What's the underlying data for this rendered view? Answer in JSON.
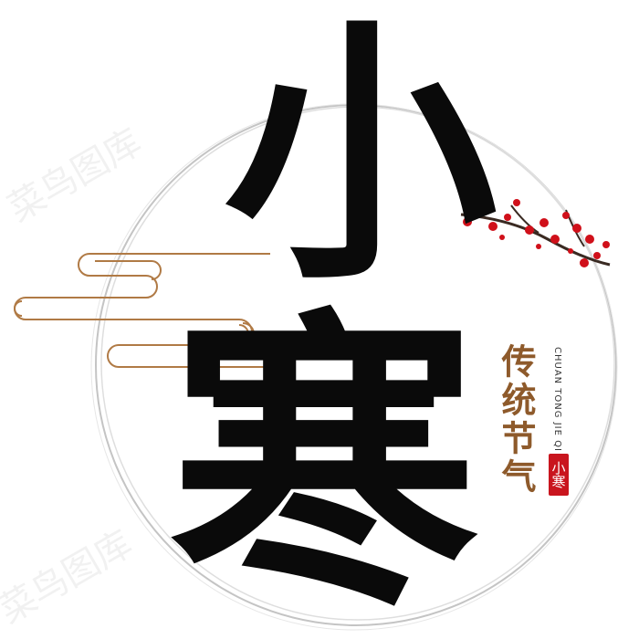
{
  "poster": {
    "main_chars": [
      "小",
      "寒"
    ],
    "subtitle_cn": "传统节气",
    "subtitle_en": "CHUAN TONG JIE QI",
    "seal_text": "小寒",
    "watermark": "菜鸟图库"
  },
  "colors": {
    "ink": "#0a0a0a",
    "gold": "#8e5a2b",
    "seal_red": "#c9151e",
    "blossom_red": "#d0101a",
    "cloud_line": "#b07a45",
    "ring": "#bdbdbd"
  }
}
